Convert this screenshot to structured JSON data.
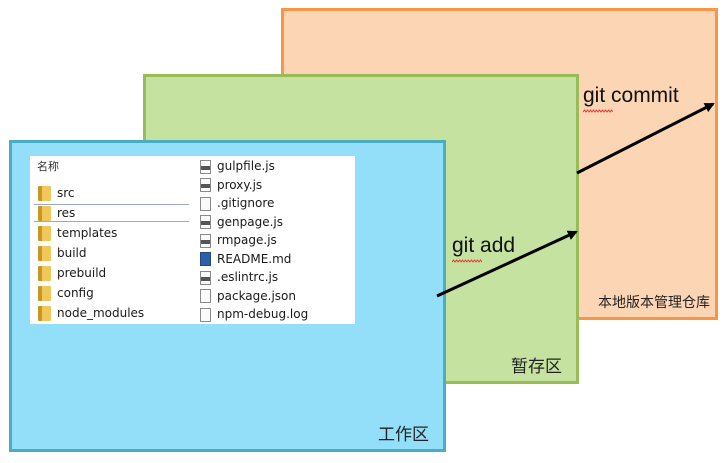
{
  "regions": {
    "repository": "本地版本管理仓库",
    "staging": "暂存区",
    "working": "工作区"
  },
  "commands": {
    "commit": "git commit",
    "add": "git add"
  },
  "explorer": {
    "column_header": "名称",
    "folders": [
      "src",
      "res",
      "templates",
      "build",
      "prebuild",
      "config",
      "node_modules"
    ],
    "selected_folder": "res",
    "files": [
      {
        "name": "gulpfile.js",
        "icon": "script-file-icon"
      },
      {
        "name": "proxy.js",
        "icon": "script-file-icon"
      },
      {
        "name": ".gitignore",
        "icon": "blank-file-icon"
      },
      {
        "name": "genpage.js",
        "icon": "script-file-icon"
      },
      {
        "name": "rmpage.js",
        "icon": "script-file-icon"
      },
      {
        "name": "README.md",
        "icon": "markdown-file-icon"
      },
      {
        "name": ".eslintrc.js",
        "icon": "script-file-icon"
      },
      {
        "name": "package.json",
        "icon": "blank-file-icon"
      },
      {
        "name": "npm-debug.log",
        "icon": "blank-file-icon"
      }
    ]
  },
  "colors": {
    "repository_fill": "#fcd5b4",
    "repository_border": "#f79646",
    "staging_fill": "#c6e2a0",
    "staging_border": "#9bbb59",
    "working_fill": "#93dffa",
    "working_border": "#4bacc6",
    "arrow": "#000000"
  }
}
